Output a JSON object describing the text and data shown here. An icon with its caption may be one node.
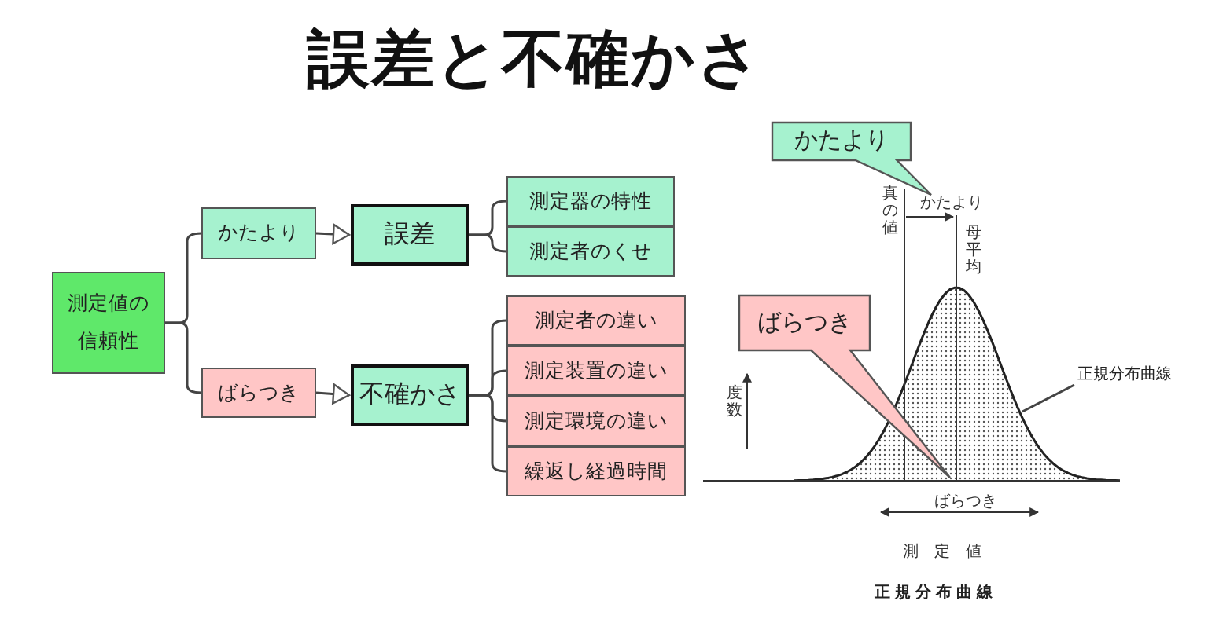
{
  "diagram": {
    "title": "誤差と不確かさ",
    "caption": "正規分布曲線",
    "nodes": [
      {
        "text": [
          "測定値の信頼性"
        ]
      },
      {
        "text": [
          "かたより"
        ]
      },
      {
        "text": [
          "誤差"
        ]
      },
      {
        "text": [
          "測定器の特性"
        ]
      },
      {
        "text": [
          "測定者のくせ"
        ]
      },
      {
        "text": [
          "ばらつき"
        ]
      },
      {
        "text": [
          "不確かさ"
        ]
      },
      {
        "text": [
          "測定者の違い"
        ]
      },
      {
        "text": [
          "測定装置の違い"
        ]
      },
      {
        "text": [
          "測定環境の違い"
        ]
      },
      {
        "text": [
          "繰返し経過時間"
        ]
      },
      {
        "text": [
          "かたより"
        ]
      },
      {
        "text": [
          "ばらつき"
        ]
      },
      {
        "text": [
          "正規分布曲線"
        ]
      }
    ],
    "edges": [
      {
        "from": 0,
        "to": 1,
        "arrow": "none"
      },
      {
        "from": 0,
        "to": 5,
        "arrow": "none"
      },
      {
        "from": 1,
        "to": 2,
        "arrow": "to"
      },
      {
        "from": 5,
        "to": 6,
        "arrow": "to"
      },
      {
        "from": 2,
        "to": 3,
        "arrow": "none"
      },
      {
        "from": 2,
        "to": 4,
        "arrow": "none"
      },
      {
        "from": 6,
        "to": 7,
        "arrow": "none"
      },
      {
        "from": 6,
        "to": 8,
        "arrow": "none"
      },
      {
        "from": 6,
        "to": 9,
        "arrow": "none"
      },
      {
        "from": 6,
        "to": 10,
        "arrow": "none"
      },
      {
        "from": 13,
        "to": null,
        "arrow": "none"
      }
    ],
    "labels": [
      "真の値",
      "かたより",
      "母平均",
      "度数",
      "ばらつき",
      "測定値"
    ]
  }
}
